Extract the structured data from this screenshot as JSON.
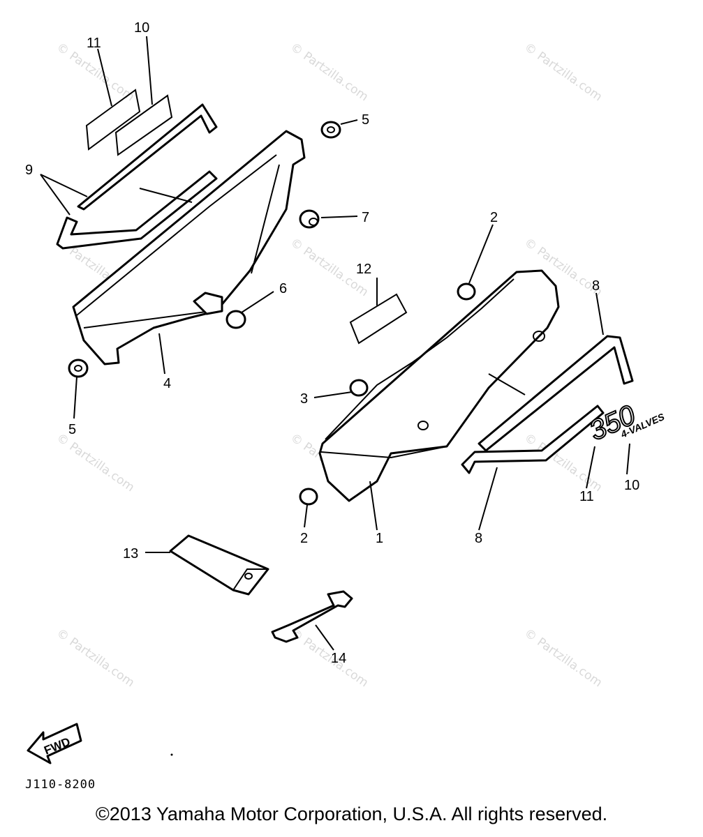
{
  "callouts": {
    "c1": "1",
    "c2a": "2",
    "c2b": "2",
    "c3": "3",
    "c4": "4",
    "c5a": "5",
    "c5b": "5",
    "c6": "6",
    "c7": "7",
    "c8a": "8",
    "c8b": "8",
    "c9": "9",
    "c10a": "10",
    "c10b": "10",
    "c11a": "11",
    "c11b": "11",
    "c12": "12",
    "c13": "13",
    "c14": "14"
  },
  "emblem": {
    "number": "350",
    "text": "4-VALVES"
  },
  "fwd_label": "FWD",
  "diagram_code": "J110-8200",
  "watermark": "© Partzilla.com",
  "copyright": "©2013 Yamaha Motor Corporation, U.S.A. All rights reserved."
}
